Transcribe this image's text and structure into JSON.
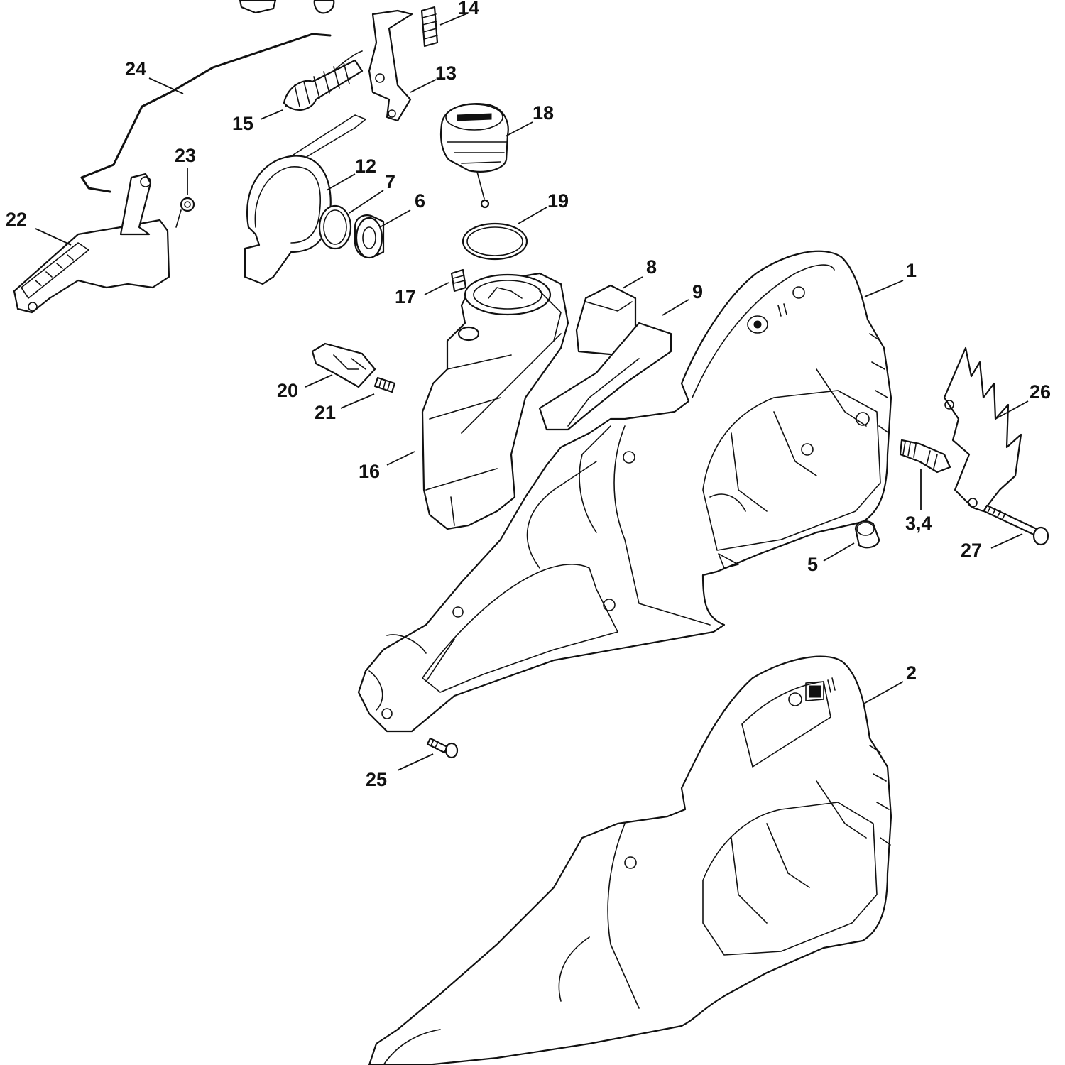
{
  "diagram": {
    "style": "exploded parts diagram, black line art on white",
    "colors": {
      "line": "#111111",
      "background": "#ffffff"
    },
    "callouts": [
      {
        "id": "c1",
        "label": "1"
      },
      {
        "id": "c2",
        "label": "2"
      },
      {
        "id": "c34",
        "label": "3,4"
      },
      {
        "id": "c5",
        "label": "5"
      },
      {
        "id": "c6",
        "label": "6"
      },
      {
        "id": "c7",
        "label": "7"
      },
      {
        "id": "c8",
        "label": "8"
      },
      {
        "id": "c9",
        "label": "9"
      },
      {
        "id": "c12",
        "label": "12"
      },
      {
        "id": "c13",
        "label": "13"
      },
      {
        "id": "c14",
        "label": "14"
      },
      {
        "id": "c15",
        "label": "15"
      },
      {
        "id": "c16",
        "label": "16"
      },
      {
        "id": "c17",
        "label": "17"
      },
      {
        "id": "c18",
        "label": "18"
      },
      {
        "id": "c19",
        "label": "19"
      },
      {
        "id": "c20",
        "label": "20"
      },
      {
        "id": "c21",
        "label": "21"
      },
      {
        "id": "c22",
        "label": "22"
      },
      {
        "id": "c23",
        "label": "23"
      },
      {
        "id": "c24",
        "label": "24"
      },
      {
        "id": "c25",
        "label": "25"
      },
      {
        "id": "c26",
        "label": "26"
      },
      {
        "id": "c27",
        "label": "27"
      }
    ]
  }
}
